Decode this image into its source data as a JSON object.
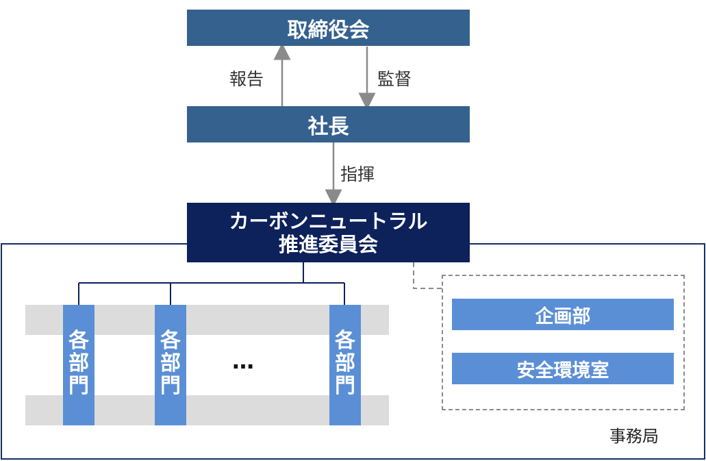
{
  "board": {
    "label": "取締役会"
  },
  "president": {
    "label": "社長"
  },
  "committee": {
    "line1": "カーボンニュートラル",
    "line2": "推進委員会"
  },
  "edges": {
    "report": "報告",
    "supervise": "監督",
    "command": "指揮"
  },
  "departments": [
    {
      "label_chars": [
        "各",
        "部",
        "門"
      ]
    },
    {
      "label_chars": [
        "各",
        "部",
        "門"
      ]
    },
    {
      "label_chars": [
        "各",
        "部",
        "門"
      ]
    }
  ],
  "ellipsis": "…",
  "secretariat": {
    "label": "事務局",
    "units": [
      "企画部",
      "安全環境室"
    ]
  },
  "colors": {
    "mid_blue": "#35618f",
    "dark_navy": "#0d215a",
    "light_blue": "#5b8fd5",
    "band_gray": "#dcdcdc",
    "arrow_gray": "#8a8a8a"
  }
}
